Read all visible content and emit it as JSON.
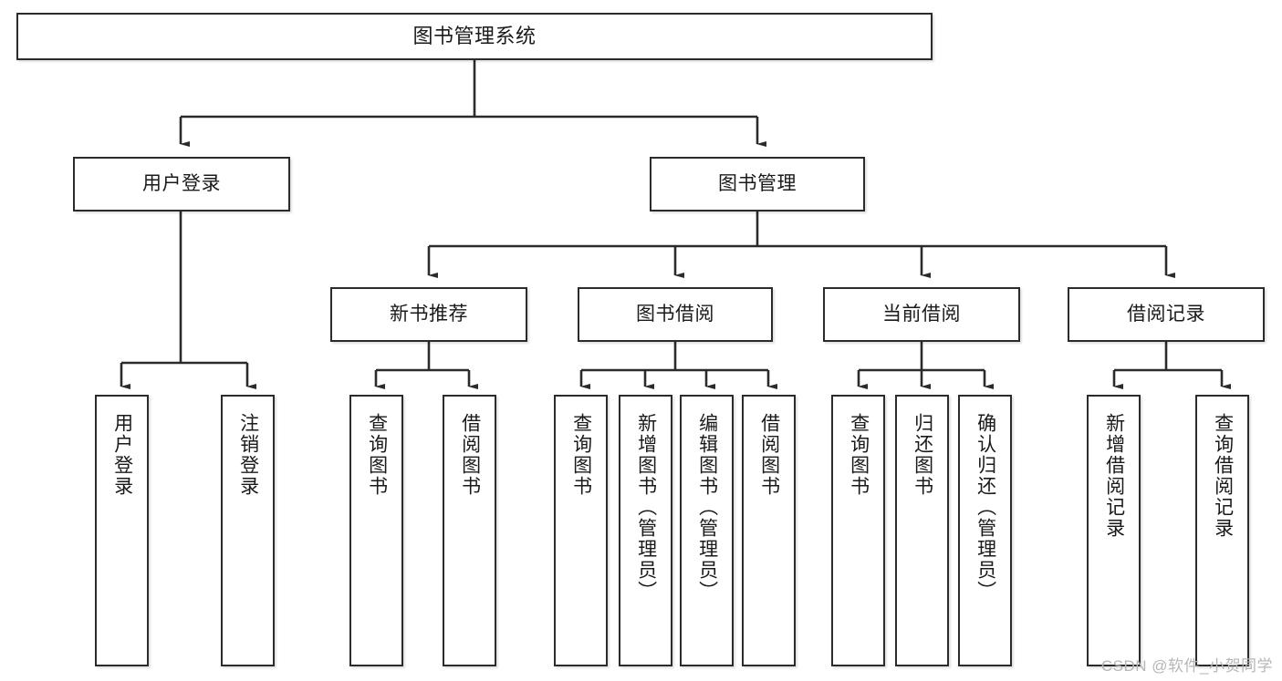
{
  "diagram": {
    "type": "tree",
    "title": "图书管理系统",
    "orientation": "top-down",
    "levels": 4,
    "colors": {
      "stroke": "#2b2b2b",
      "fill": "#ffffff",
      "text": "#1a1a1a",
      "watermark": "#b6b6b6"
    },
    "nodes": {
      "root": {
        "label": "图书管理系统"
      },
      "level2": [
        {
          "label": "用户登录"
        },
        {
          "label": "图书管理"
        }
      ],
      "level3": [
        {
          "label": "新书推荐"
        },
        {
          "label": "图书借阅"
        },
        {
          "label": "当前借阅"
        },
        {
          "label": "借阅记录"
        }
      ],
      "leaves_user_login": [
        {
          "label": "用户登录"
        },
        {
          "label": "注销登录"
        }
      ],
      "leaves_new_book": [
        {
          "label": "查询图书"
        },
        {
          "label": "借阅图书"
        }
      ],
      "leaves_borrow": [
        {
          "label": "查询图书"
        },
        {
          "label": "新增图书（管理员）"
        },
        {
          "label": "编辑图书（管理员）"
        },
        {
          "label": "借阅图书"
        }
      ],
      "leaves_current": [
        {
          "label": "查询图书"
        },
        {
          "label": "归还图书"
        },
        {
          "label": "确认归还（管理员）"
        }
      ],
      "leaves_record": [
        {
          "label": "新增借阅记录"
        },
        {
          "label": "查询借阅记录"
        }
      ]
    },
    "watermark": "CSDN @软件_小贺同学"
  }
}
